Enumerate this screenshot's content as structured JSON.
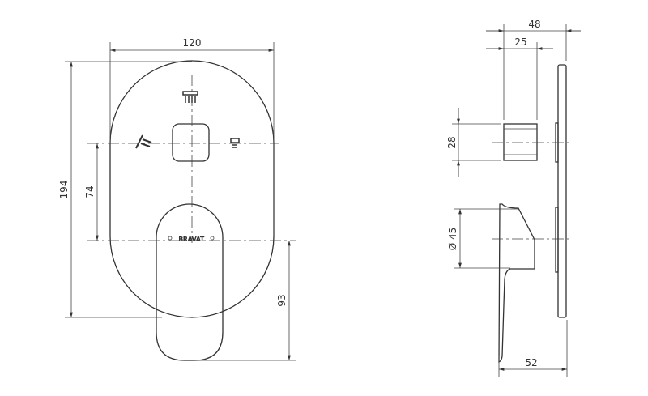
{
  "dimensions": {
    "width": "120",
    "height": "194",
    "diverter_offset": "74",
    "lever_drop": "93",
    "depth_total": "48",
    "knob_depth": "25",
    "knob_height": "28",
    "handle_diameter": "Ø 45",
    "lever_depth": "52"
  },
  "brand_mark": "BRAVAT",
  "icons": [
    "overhead-shower-icon",
    "hand-shower-icon",
    "spout-icon"
  ]
}
